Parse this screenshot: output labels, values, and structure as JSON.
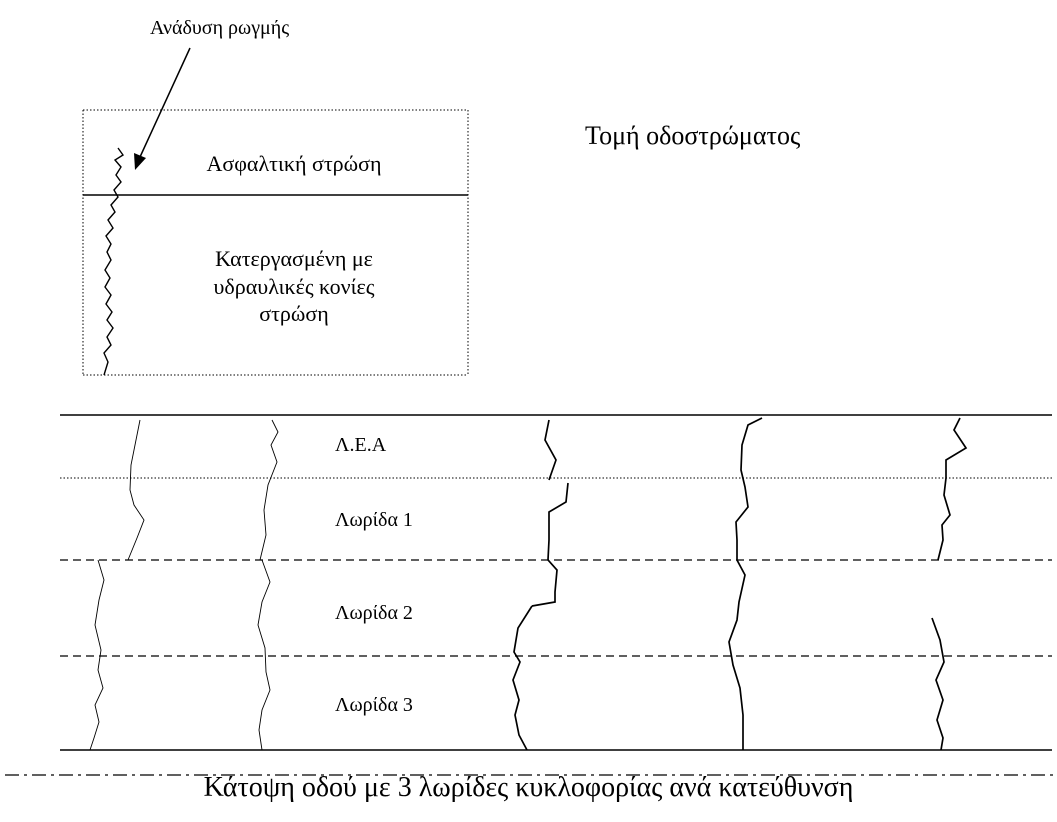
{
  "section": {
    "callout_label": "Ανάδυση ρωγμής",
    "title": "Τομή οδοστρώματος",
    "asphalt_layer_label": "Ασφαλτική στρώση",
    "base_layer_label": [
      "Κατεργασμένη με",
      "υδραυλικές κονίες",
      "στρώση"
    ]
  },
  "plan": {
    "lanes": [
      "Λ.Ε.Α",
      "Λωρίδα 1",
      "Λωρίδα 2",
      "Λωρίδα 3"
    ],
    "caption": "Κάτοψη οδού με 3 λωρίδες κυκλοφορίας ανά κατεύθυνση"
  }
}
